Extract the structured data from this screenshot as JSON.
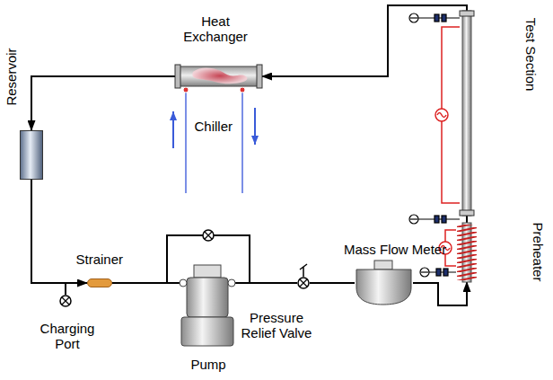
{
  "diagram": {
    "nodes": [
      {
        "text": [
          "Heat Exchanger"
        ]
      },
      {
        "text": [
          "Test Section"
        ]
      },
      {
        "text": [
          "Reservoir"
        ]
      },
      {
        "text": [
          "Preheater"
        ]
      },
      {
        "text": [
          "Strainer"
        ]
      },
      {
        "text": [
          "Pump"
        ]
      },
      {
        "text": [
          "Pressure Relief Valve"
        ]
      },
      {
        "text": [
          "Mass Flow Meter"
        ]
      },
      {
        "text": [
          "Charging Port"
        ]
      }
    ],
    "edges": [
      {
        "from": 1,
        "to": 0,
        "arrow": "to"
      },
      {
        "from": 0,
        "to": 2,
        "arrow": "to"
      },
      {
        "from": 2,
        "to": 4,
        "arrow": "to"
      },
      {
        "from": 4,
        "to": 5,
        "arrow": "none"
      },
      {
        "from": 5,
        "to": 6,
        "arrow": "none"
      },
      {
        "from": 6,
        "to": 7,
        "arrow": "none"
      },
      {
        "from": 7,
        "to": 3,
        "arrow": "to"
      },
      {
        "from": 3,
        "to": 1,
        "arrow": "none"
      },
      {
        "from": 8,
        "to": 4,
        "arrow": "none"
      }
    ],
    "labels": [
      "Chiller"
    ]
  }
}
